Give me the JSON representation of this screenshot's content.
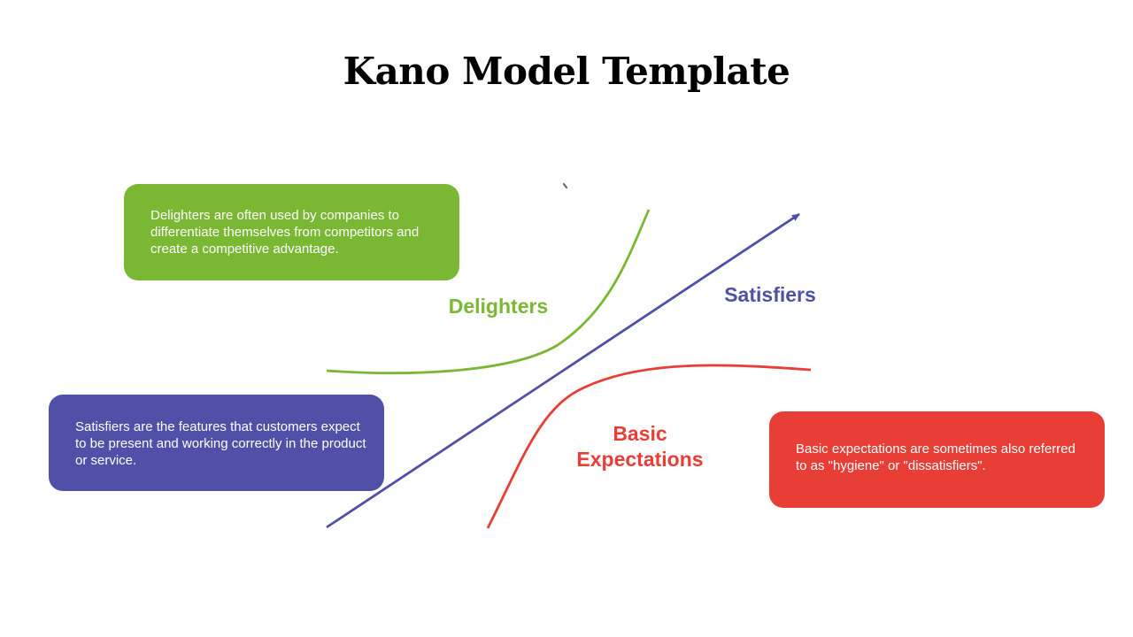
{
  "title": "Kano Model Template",
  "colors": {
    "delighters": "#7AB733",
    "satisfiers": "#5050A8",
    "basic": "#E83E36"
  },
  "delighters": {
    "label": "Delighters",
    "description": "Delighters are often used by companies to differentiate themselves from competitors and create a competitive advantage."
  },
  "satisfiers": {
    "label": "Satisfiers",
    "description": "Satisfiers are the features that customers expect to be present and working correctly in the product or service."
  },
  "basic": {
    "label_line1": "Basic",
    "label_line2": "Expectations",
    "description": "Basic expectations  are sometimes also referred to as \"hygiene\" or \"dissatisfiers\"."
  }
}
